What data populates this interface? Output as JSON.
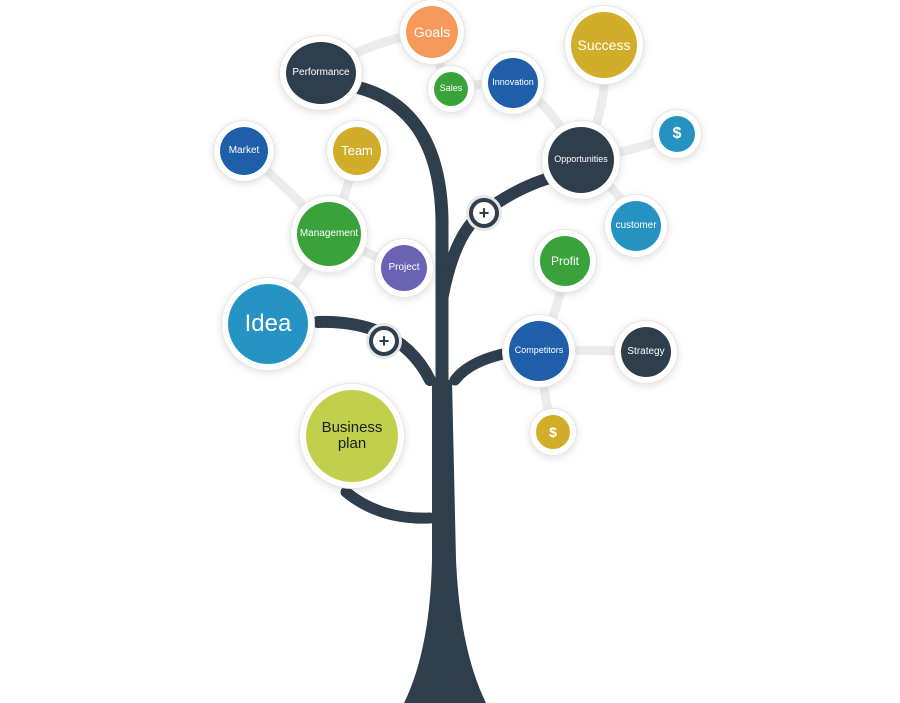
{
  "colors": {
    "trunk": "#2f3e4c",
    "connector": "#eeeeee",
    "orange": "#f59a5b",
    "dark": "#2f3e4c",
    "green": "#3aa23a",
    "blue": "#1f5ea8",
    "gold": "#d1ad2a",
    "teal": "#2592c1",
    "purple": "#6a63b5",
    "lime": "#c2cf4c",
    "idea": "#2593c4"
  },
  "nodes": {
    "goals": "Goals",
    "performance": "Performance",
    "sales": "Sales",
    "innovation": "Innovation",
    "success": "Success",
    "dollar_top": "$",
    "opportunities": "Opportunities",
    "market": "Market",
    "team": "Team",
    "management": "Management",
    "project": "Project",
    "customer": "customer",
    "profit": "Profit",
    "idea": "Idea",
    "competitors": "Competitors",
    "strategy": "Strategy",
    "dollar_bottom": "$",
    "business_plan": "Business plan"
  },
  "buttons": {
    "plus_upper": "+",
    "plus_lower": "+"
  }
}
